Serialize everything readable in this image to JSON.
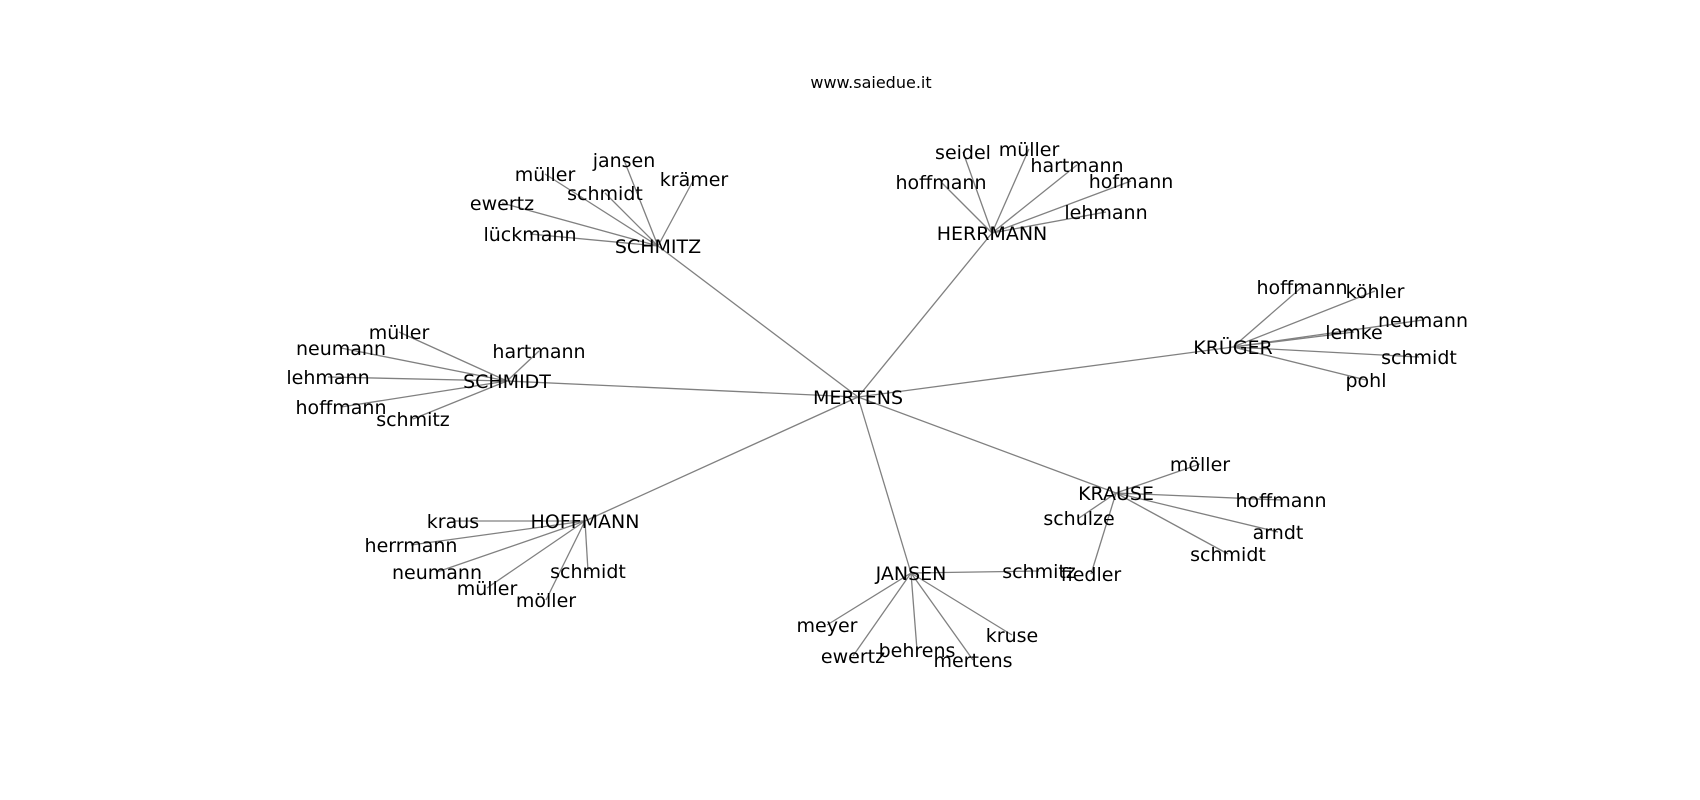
{
  "site": "www.saiedue.it",
  "root": "MERTENS",
  "clusters": [
    {
      "name": "SCHMITZ",
      "children": [
        "jansen",
        "müller",
        "krämer",
        "schmidt",
        "ewertz",
        "lückmann"
      ]
    },
    {
      "name": "HERRMANN",
      "children": [
        "seidel",
        "müller",
        "hartmann",
        "hoffmann",
        "hofmann",
        "lehmann"
      ]
    },
    {
      "name": "KRÜGER",
      "children": [
        "hoffmann",
        "köhler",
        "neumann",
        "lemke",
        "schmidt",
        "pohl"
      ]
    },
    {
      "name": "SCHMIDT",
      "children": [
        "müller",
        "neumann",
        "hartmann",
        "lehmann",
        "hoffmann",
        "schmitz"
      ]
    },
    {
      "name": "KRAUSE",
      "children": [
        "möller",
        "hoffmann",
        "schulze",
        "arndt",
        "schmidt",
        "fiedler"
      ]
    },
    {
      "name": "HOFFMANN",
      "children": [
        "kraus",
        "herrmann",
        "neumann",
        "schmidt",
        "müller",
        "möller"
      ]
    },
    {
      "name": "JANSEN",
      "children": [
        "schmitz",
        "meyer",
        "kruse",
        "ewertz",
        "behrens",
        "mertens"
      ]
    }
  ]
}
